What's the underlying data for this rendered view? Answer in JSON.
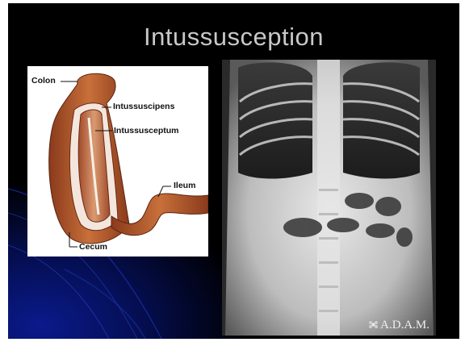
{
  "slide": {
    "title": "Intussusception"
  },
  "diagram": {
    "labels": {
      "colon": "Colon",
      "intussuscipiens": "Intussuscipens",
      "intussusceptum": "Intussusceptum",
      "ileum": "Ileum",
      "cecum": "Cecum"
    }
  },
  "xray": {
    "logo_text": "A.D.A.M.",
    "logo_icon": "flower-icon"
  },
  "colors": {
    "background": "#000000",
    "accent_blue": "#0a1a8c",
    "title": "#c8c8c8",
    "tissue": "#b5562a"
  }
}
